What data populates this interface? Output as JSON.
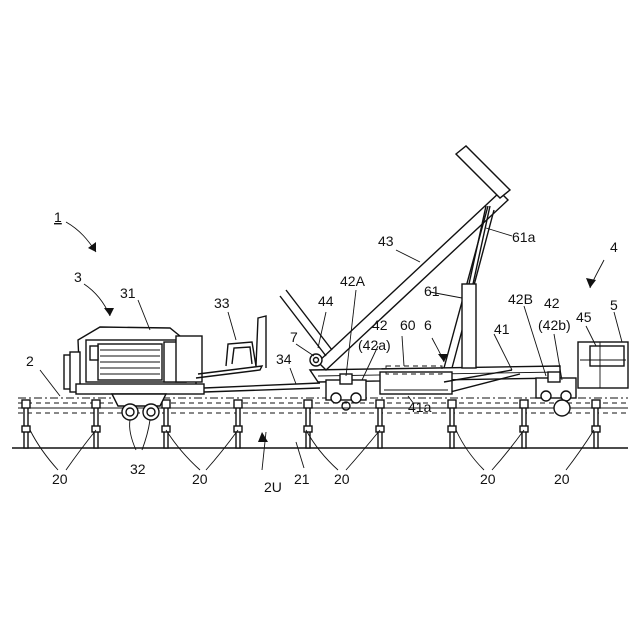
{
  "labels": {
    "l1": "1",
    "l2": "2",
    "l3": "3",
    "l4": "4",
    "l5": "5",
    "l6": "6",
    "l7": "7",
    "l20a": "20",
    "l20b": "20",
    "l20c": "20",
    "l20d": "20",
    "l20e": "20",
    "l21": "21",
    "l2U": "2U",
    "l31": "31",
    "l32": "32",
    "l33": "33",
    "l34": "34",
    "l41": "41",
    "l41a": "41a",
    "l42left": "42",
    "l42a": "(42a)",
    "l42right": "42",
    "l42b": "(42b)",
    "l42A": "42A",
    "l42B": "42B",
    "l43": "43",
    "l44": "44",
    "l45": "45",
    "l60": "60",
    "l61": "61",
    "l61a": "61a"
  },
  "colors": {
    "line": "#111111",
    "background": "#ffffff"
  }
}
